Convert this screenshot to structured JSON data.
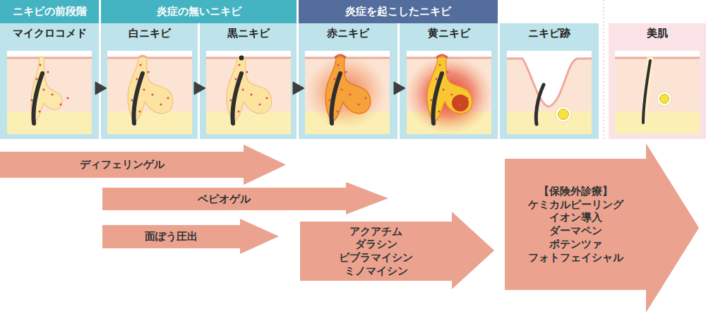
{
  "diagram": {
    "nodes": [
      {
        "text": [
          "ニキビの前段階"
        ]
      },
      {
        "text": [
          "マイクロコメド"
        ]
      },
      {
        "text": [
          "炎症の無いニキビ"
        ]
      },
      {
        "text": [
          "白ニキビ"
        ]
      },
      {
        "text": [
          "黒ニキビ"
        ]
      },
      {
        "text": [
          "炎症を起こしたニキビ"
        ]
      },
      {
        "text": [
          "赤ニキビ"
        ]
      },
      {
        "text": [
          "黄ニキビ"
        ]
      },
      {
        "text": [
          "ニキビ跡"
        ]
      },
      {
        "text": [
          "美肌"
        ]
      },
      {
        "text": [
          "ディフェリンゲル"
        ]
      },
      {
        "text": [
          "ベピオゲル"
        ]
      },
      {
        "text": [
          "面ぽう圧出"
        ]
      },
      {
        "text": [
          "アクアチム",
          "ダラシン",
          "ビブラマイシン",
          "ミノマイシン"
        ]
      },
      {
        "text": [
          "【保険外診療】",
          "ケミカルピーリング",
          "イオン導入",
          "ダーマペン",
          "ポテンツァ",
          "フォトフェイシャル"
        ]
      }
    ],
    "edges": [
      {
        "from": 1,
        "to": 3,
        "arrow": "to"
      },
      {
        "from": 3,
        "to": 4,
        "arrow": "to"
      },
      {
        "from": 4,
        "to": 6,
        "arrow": "to"
      },
      {
        "from": 6,
        "to": 7,
        "arrow": "to"
      }
    ]
  }
}
